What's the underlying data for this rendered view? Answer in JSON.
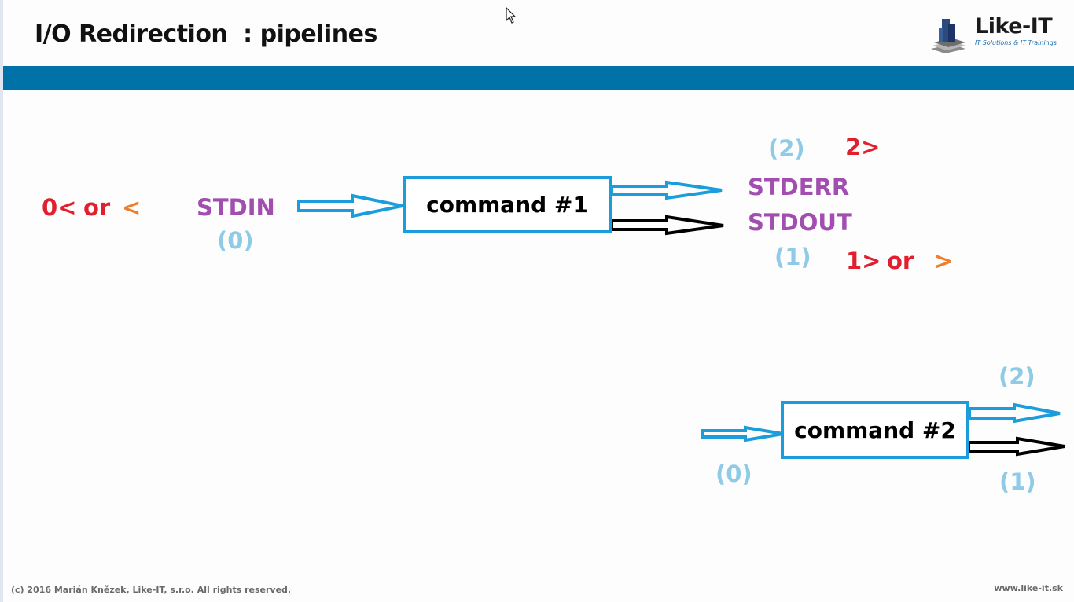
{
  "slide": {
    "title": "I/O Redirection  : pipelines",
    "logo": {
      "name": "Like-IT",
      "tagline": "IT Solutions & IT Trainings"
    },
    "footer": {
      "copyright": "(c) 2016 Marián Knězek, Like-IT, s.r.o. All rights reserved.",
      "website": "www.like-it.sk"
    }
  },
  "diagram": {
    "stdin": {
      "redir_num": "0<",
      "or": "or",
      "redir_short": "<",
      "name": "STDIN",
      "fd": "(0)"
    },
    "command1": {
      "label": "command #1",
      "stderr_fd": "(2)",
      "stderr_redir": "2>",
      "stderr_name": "STDERR",
      "stdout_name": "STDOUT",
      "stdout_fd": "(1)",
      "stdout_redir": "1>",
      "or": "or",
      "stdout_redir_short": ">"
    },
    "command2": {
      "label": "command #2",
      "stdin_fd": "(0)",
      "stderr_fd": "(2)",
      "stdout_fd": "(1)"
    }
  },
  "colors": {
    "banner": "#0072a8",
    "box_border": "#1b9ddb",
    "redir_red": "#e0202e",
    "redir_orange": "#ef7d2c",
    "stream_purple": "#a24db0",
    "fd_lightblue": "#8fcbe6"
  }
}
